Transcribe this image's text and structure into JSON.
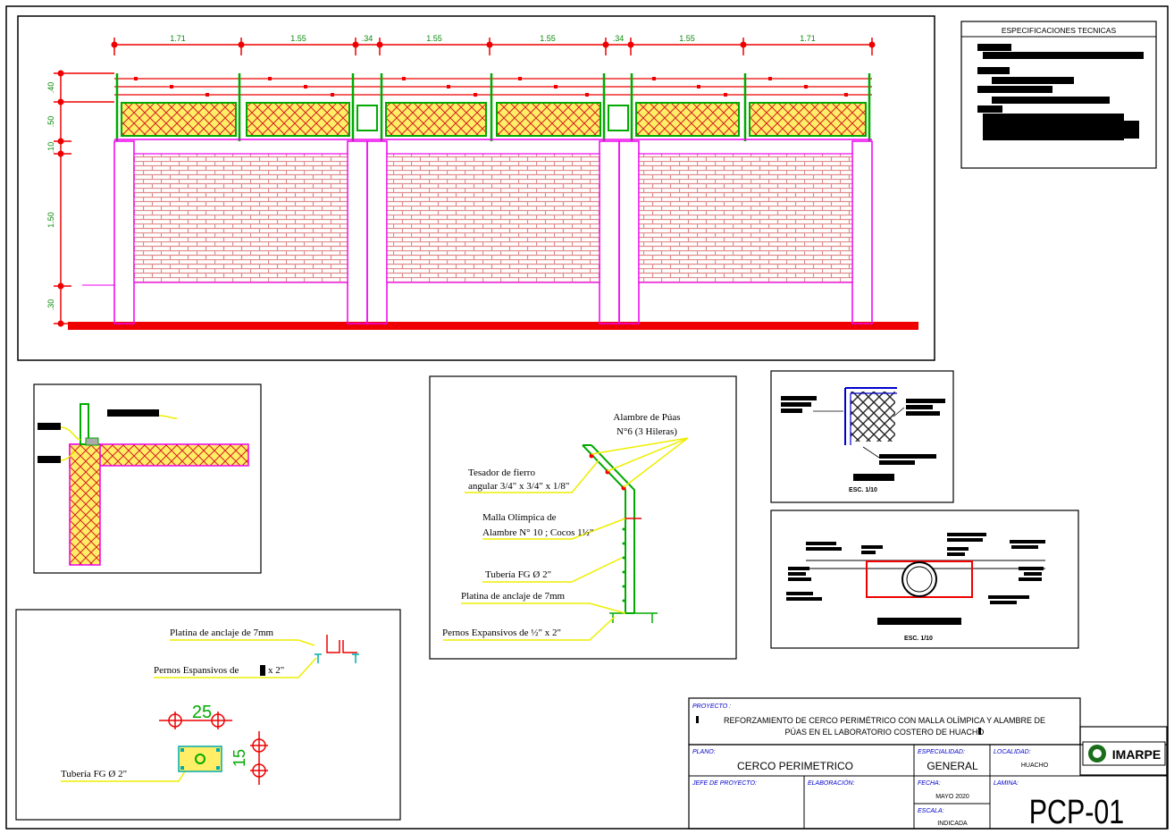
{
  "elevation": {
    "top_dims": [
      "1.71",
      "1.55",
      ".34",
      "1.55",
      "1.55",
      ".34",
      "1.55",
      "1.71"
    ],
    "left_dims": [
      ".40",
      ".50",
      ".10",
      "1.50",
      ".30"
    ]
  },
  "specs": {
    "title": "ESPECIFICACIONES TECNICAS"
  },
  "detail_fence": {
    "labels": [
      "Alambre de Púas",
      "N°6 (3 Hileras)",
      "Tesador de fierro",
      "angular 3/4\" x 3/4\" x 1/8\"",
      "Malla Olímpica de",
      "Alambre N° 10 ; Cocos 1½\"",
      "Tubería FG Ø 2\"",
      "Platina de anclaje de 7mm",
      "Pernos Expansivos de ½\" x 2\""
    ]
  },
  "detail_anchor": {
    "platina": "Platina de anclaje de 7mm",
    "pernos_a": "Pernos Espansivos de",
    "pernos_b": "x 2\"",
    "dim_h": "25",
    "dim_v": "15",
    "tuberia": "Tubería FG Ø 2\""
  },
  "detail_mesh": {
    "scale": "ESC. 1/10"
  },
  "detail_section": {
    "scale": "ESC. 1/10"
  },
  "title_block": {
    "proyecto_label": "PROYECTO :",
    "proyecto_line1": "REFORZAMIENTO DE CERCO PERIMÉTRICO CON MALLA OLÍMPICA Y ALAMBRE DE",
    "proyecto_line2": "PÚAS EN EL LABORATORIO COSTERO DE HUACHO",
    "plano_label": "PLANO:",
    "plano_value": "CERCO PERIMETRICO",
    "especialidad_label": "ESPECIALIDAD:",
    "especialidad_value": "GENERAL",
    "localidad_label": "LOCALIDAD:",
    "localidad_value": "HUACHO",
    "logo": "IMARPE",
    "jefe_label": "JEFE DE PROYECTO:",
    "elaboracion_label": "ELABORACIÓN:",
    "fecha_label": "FECHA:",
    "fecha_value": "MAYO 2020",
    "escala_label": "ESCALA:",
    "escala_value": "INDICADA",
    "lamina_label": "LAMINA:",
    "lamina_value": "PCP-01"
  }
}
